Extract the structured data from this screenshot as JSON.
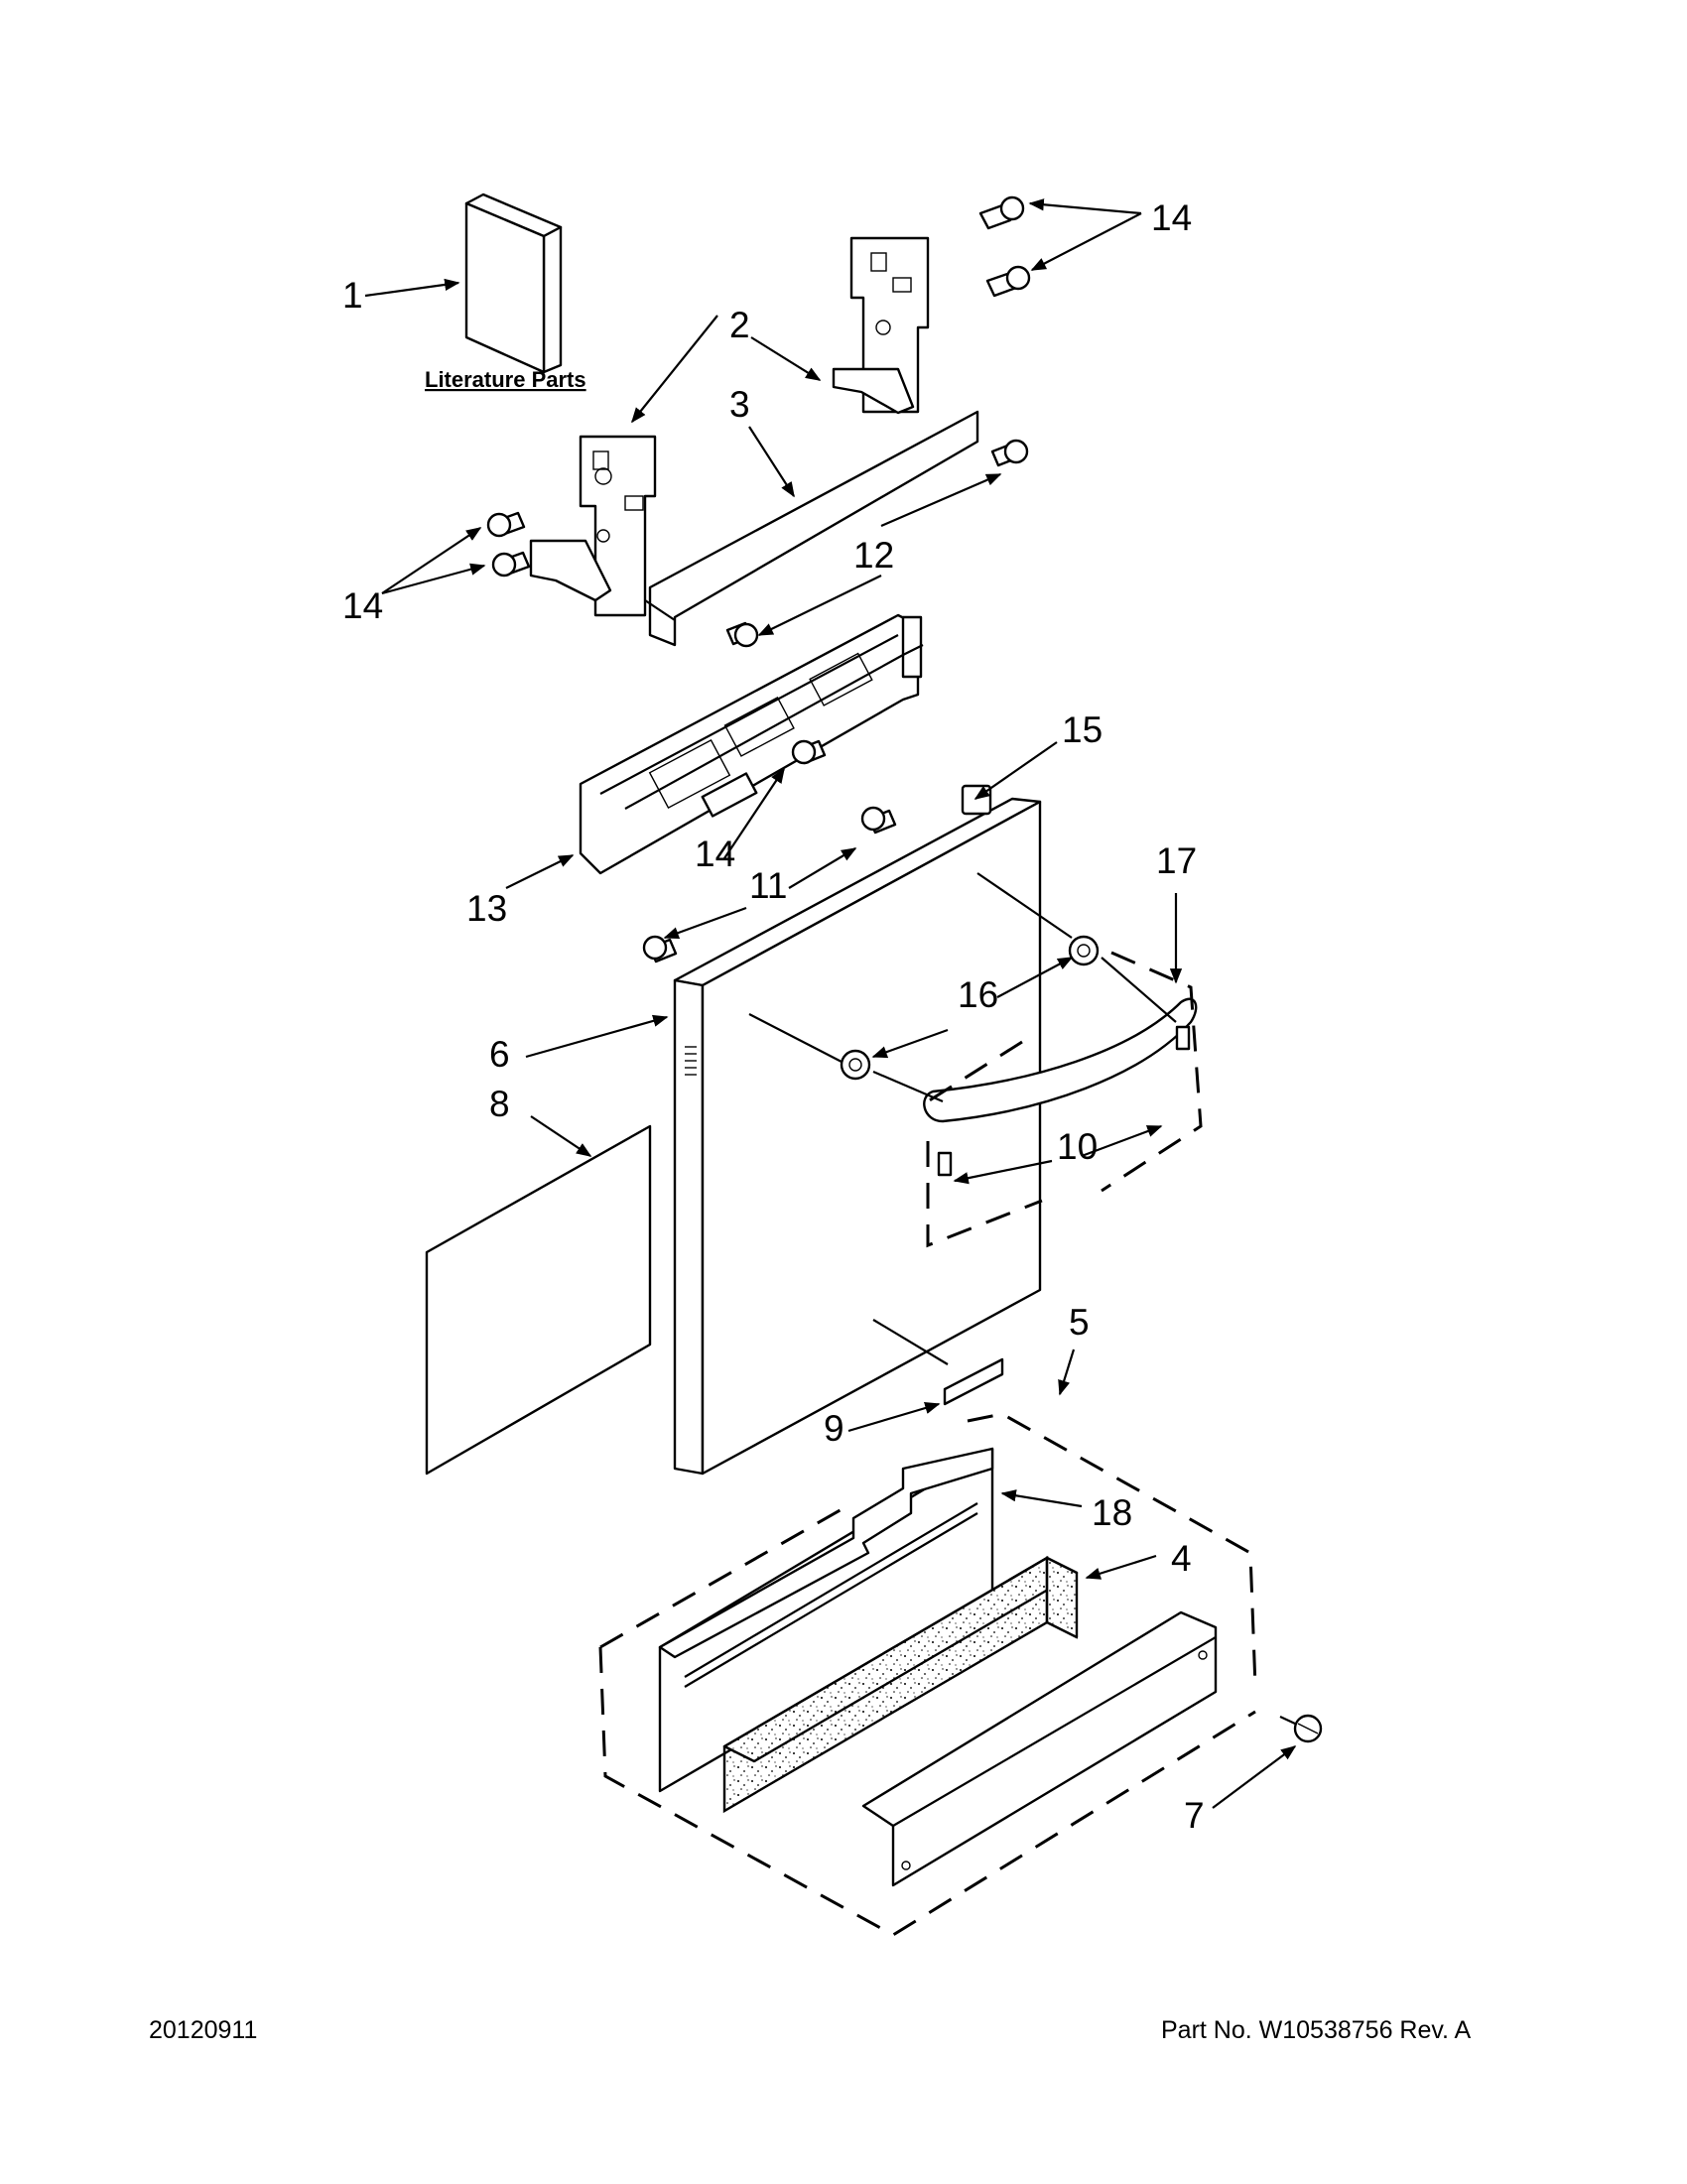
{
  "callouts": {
    "c1": "1",
    "c2": "2",
    "c3": "3",
    "c4": "4",
    "c5": "5",
    "c6": "6",
    "c7": "7",
    "c8": "8",
    "c9": "9",
    "c10": "10",
    "c11": "11",
    "c12": "12",
    "c13": "13",
    "c14a": "14",
    "c14b": "14",
    "c14c": "14",
    "c15": "15",
    "c16": "16",
    "c17": "17",
    "c18": "18"
  },
  "literature_label": "Literature Parts",
  "footer": {
    "date": "20120911",
    "part_number": "Part No.  W10538756  Rev.  A"
  }
}
